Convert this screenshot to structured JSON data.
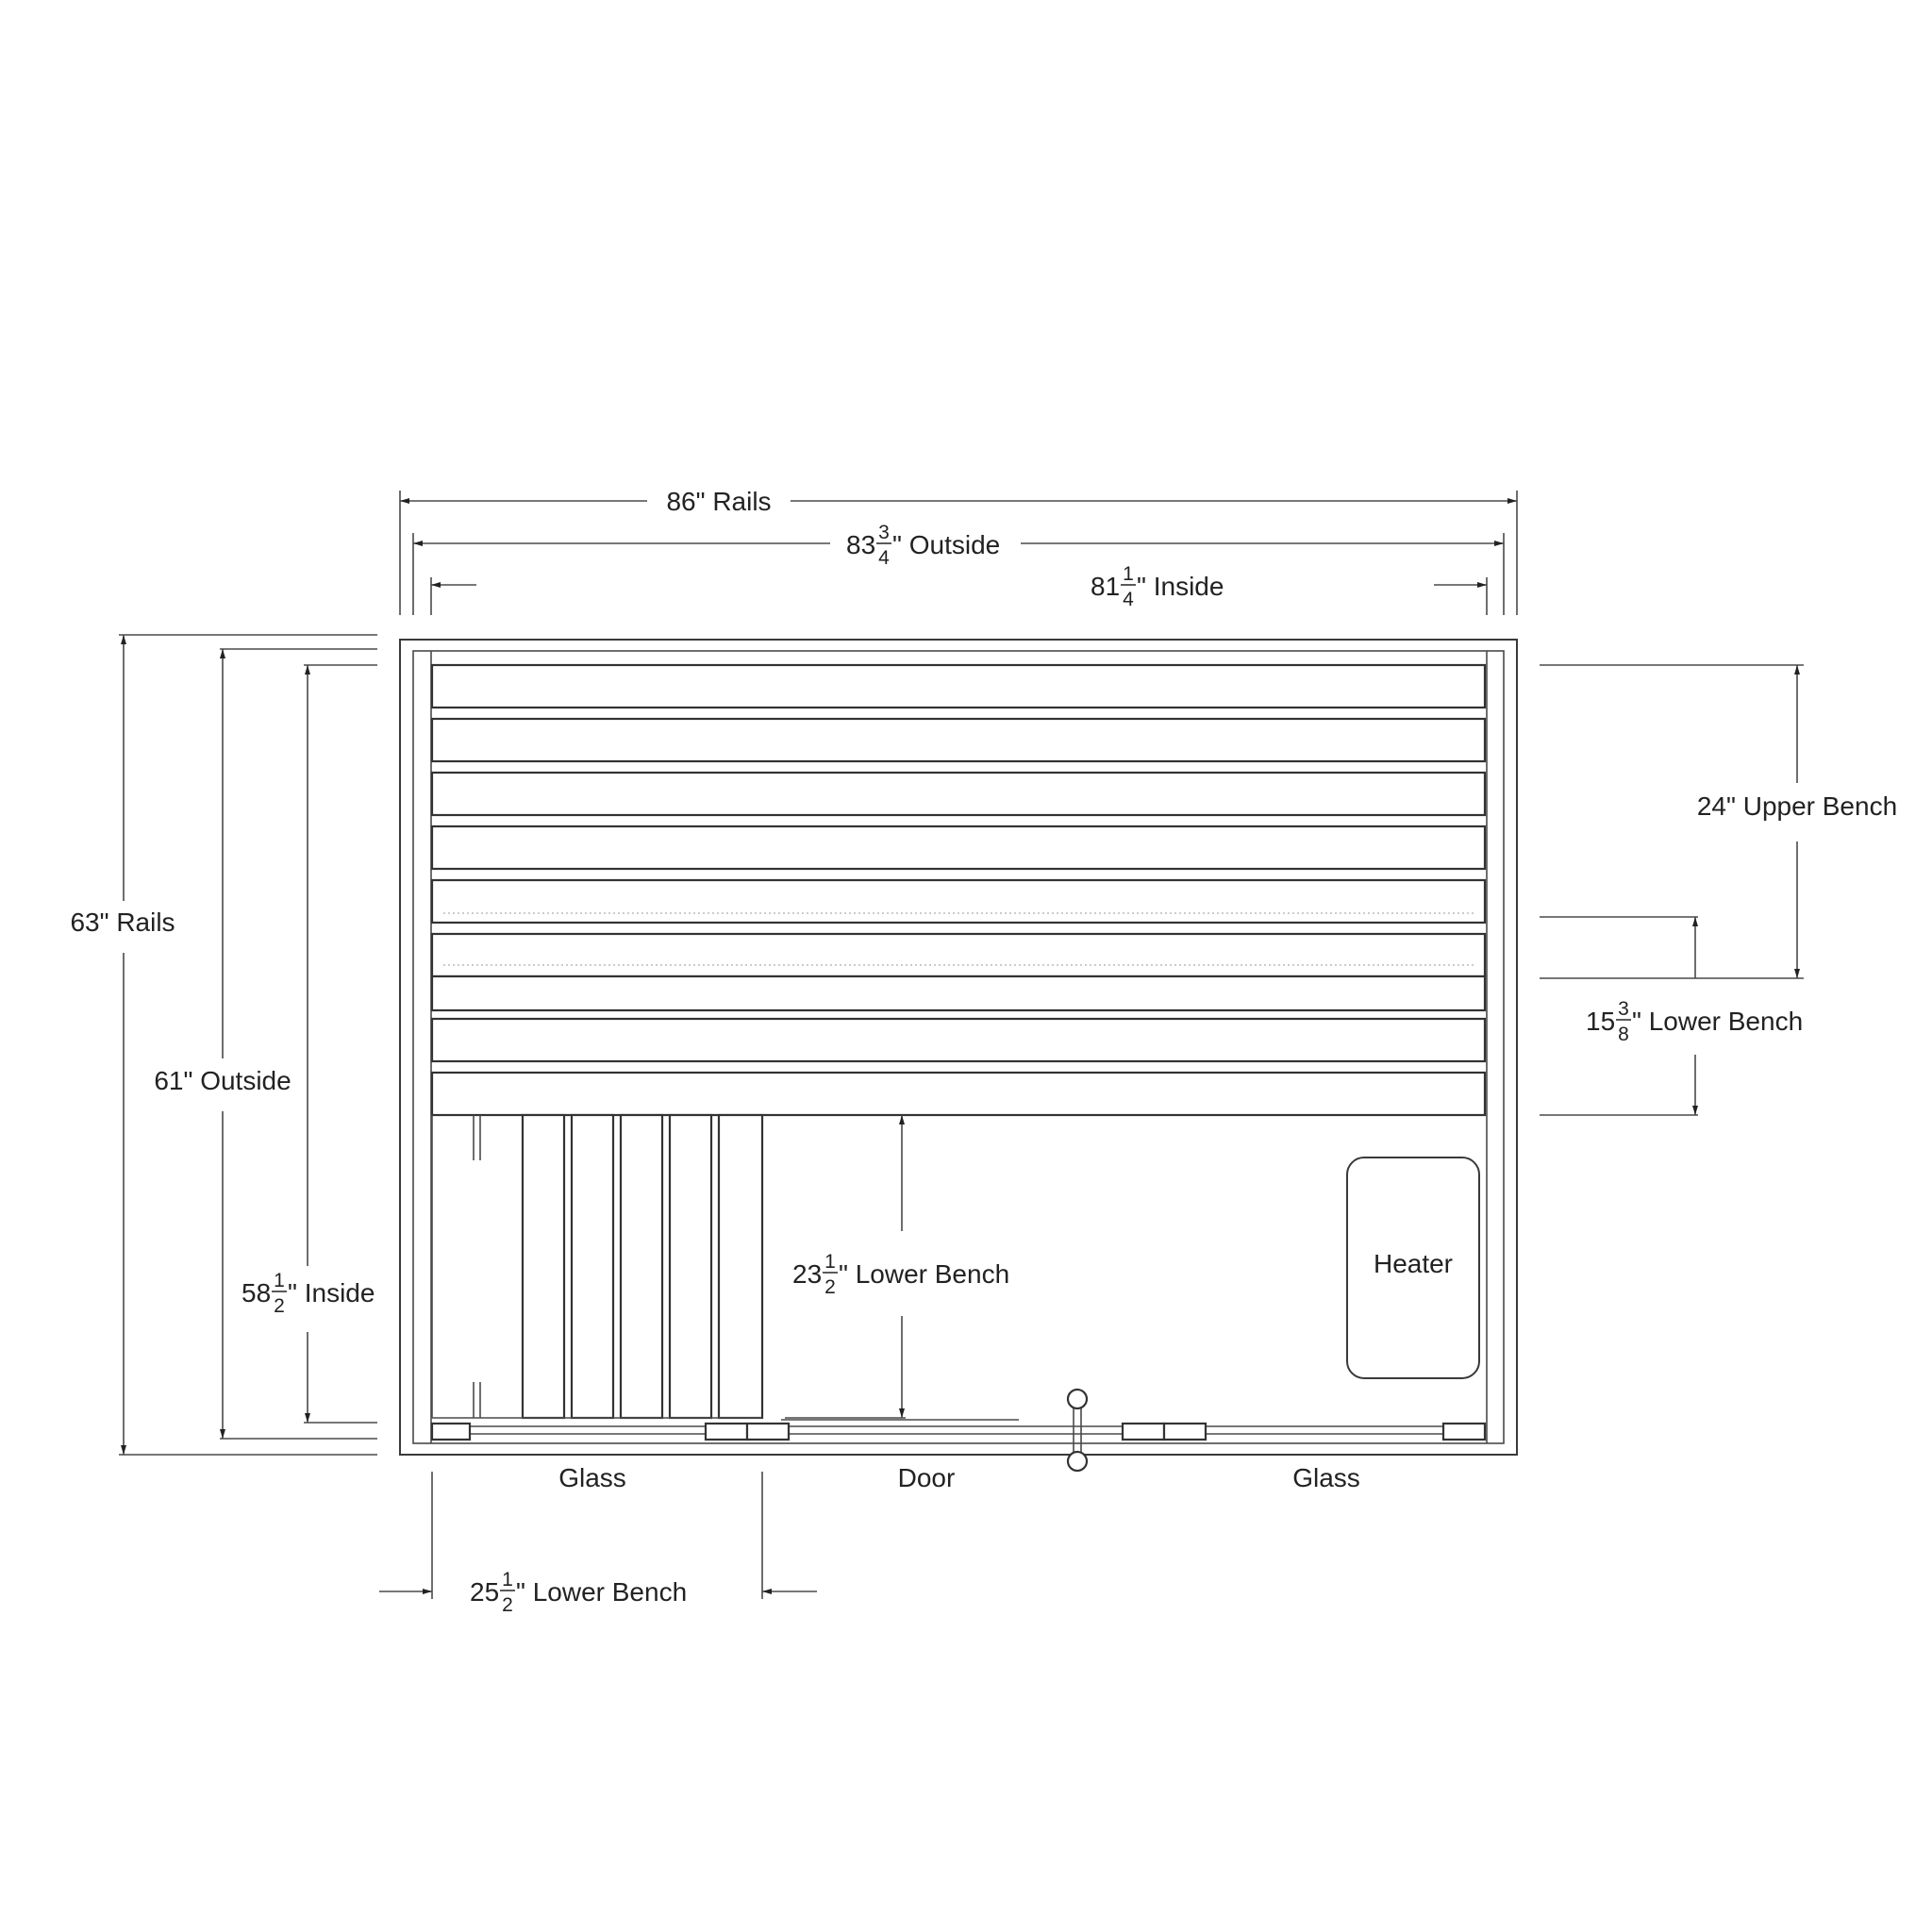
{
  "dimensions": {
    "top_rails": {
      "value": "86\"",
      "label": "Rails"
    },
    "top_outside": {
      "whole": "83",
      "num": "3",
      "den": "4",
      "label": "\" Outside"
    },
    "top_inside": {
      "whole": "81",
      "num": "1",
      "den": "4",
      "label": "\" Inside"
    },
    "left_rails": {
      "value": "63\"",
      "label": "Rails"
    },
    "left_outside": {
      "value": "61\"",
      "label": "Outside"
    },
    "left_inside": {
      "whole": "58",
      "num": "1",
      "den": "2",
      "label": "\" Inside"
    },
    "right_upper_bench": {
      "value": "24\"",
      "label": "Upper Bench"
    },
    "right_lower_bench": {
      "whole": "15",
      "num": "3",
      "den": "8",
      "label": "\" Lower Bench"
    },
    "center_lower_bench": {
      "whole": "23",
      "num": "1",
      "den": "2",
      "label": "\" Lower Bench"
    },
    "bottom_lower_bench": {
      "whole": "25",
      "num": "1",
      "den": "2",
      "label": "\" Lower Bench"
    }
  },
  "labels": {
    "heater": "Heater",
    "glass_left": "Glass",
    "door": "Door",
    "glass_right": "Glass"
  }
}
